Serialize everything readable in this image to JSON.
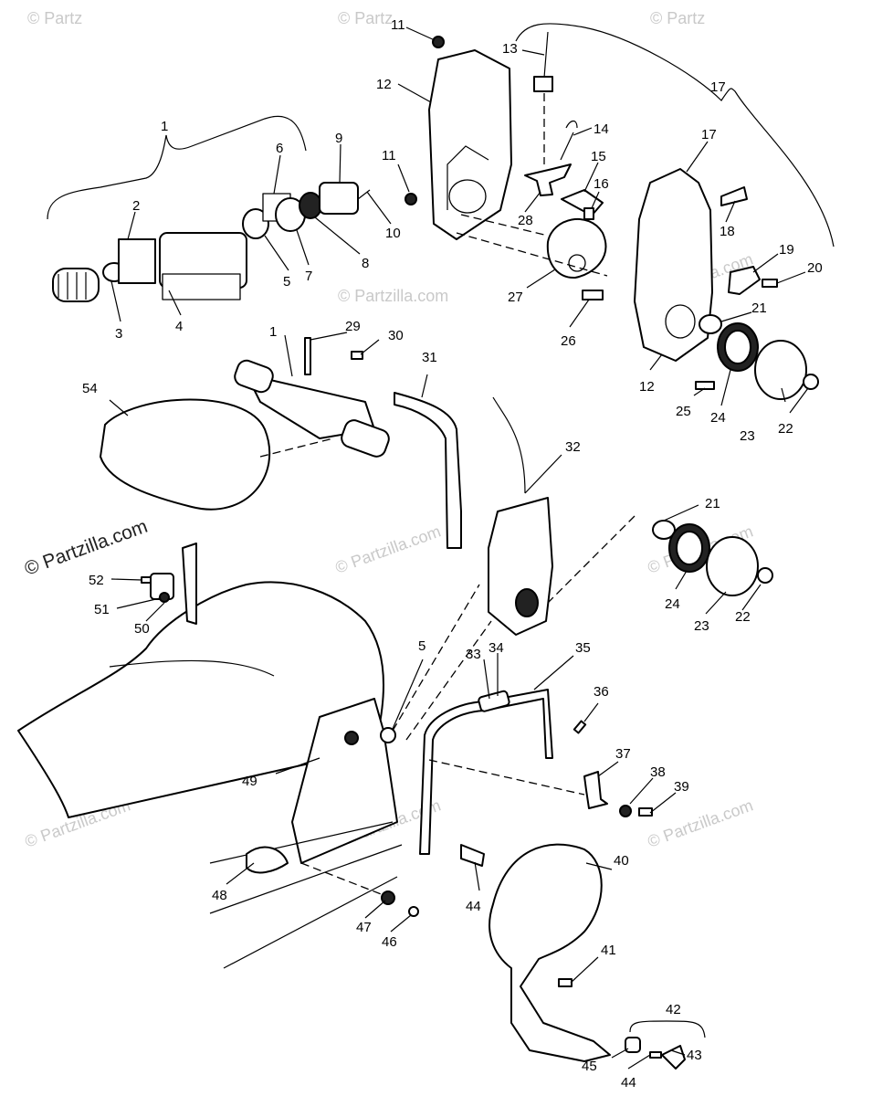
{
  "watermark": "© Partzilla.com",
  "watermark_short": "© Partz",
  "callouts": {
    "c1a": "1",
    "c1b": "1",
    "c2": "2",
    "c3": "3",
    "c4": "4",
    "c5a": "5",
    "c5b": "5",
    "c6": "6",
    "c7": "7",
    "c8": "8",
    "c9": "9",
    "c10": "10",
    "c11a": "11",
    "c11b": "11",
    "c12a": "12",
    "c12b": "12",
    "c13": "13",
    "c14": "14",
    "c15": "15",
    "c16": "16",
    "c17a": "17",
    "c17b": "17",
    "c18": "18",
    "c19": "19",
    "c20": "20",
    "c21a": "21",
    "c21b": "21",
    "c22a": "22",
    "c22b": "22",
    "c23a": "23",
    "c23b": "23",
    "c24a": "24",
    "c24b": "24",
    "c25": "25",
    "c26": "26",
    "c27": "27",
    "c28": "28",
    "c29": "29",
    "c30": "30",
    "c31": "31",
    "c32": "32",
    "c33": "33",
    "c34": "34",
    "c35": "35",
    "c36": "36",
    "c37": "37",
    "c38": "38",
    "c39": "39",
    "c40": "40",
    "c41": "41",
    "c42": "42",
    "c43": "43",
    "c44a": "44",
    "c44b": "44",
    "c45": "45",
    "c46": "46",
    "c47": "47",
    "c48": "48",
    "c49": "49",
    "c50": "50",
    "c51": "51",
    "c52": "52",
    "c54": "54"
  }
}
